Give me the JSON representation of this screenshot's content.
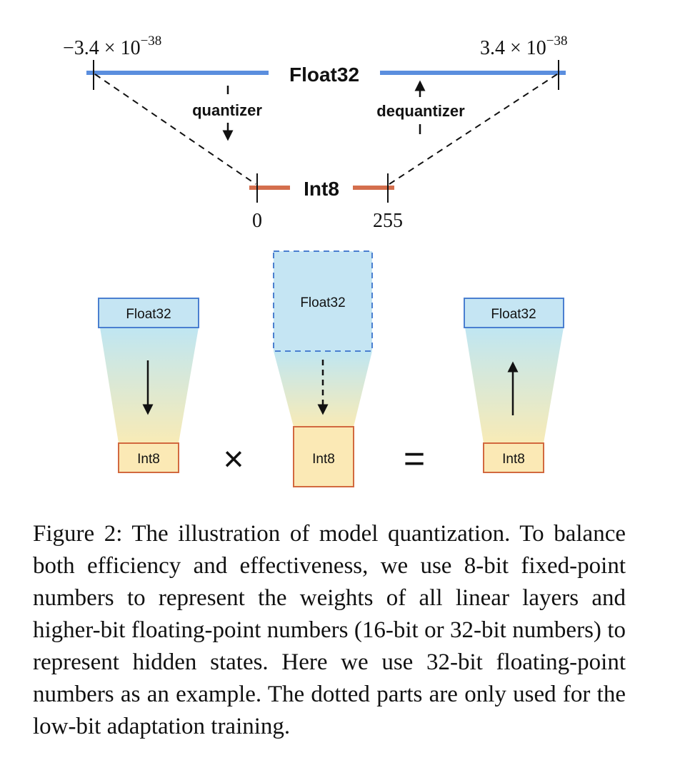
{
  "top_diagram": {
    "float_label": "Float32",
    "int_label": "Int8",
    "float_min_label": "−3.4 × 10",
    "float_min_exp": "−38",
    "float_max_label": "3.4 × 10",
    "float_max_exp": "−38",
    "int_min_label": "0",
    "int_max_label": "255",
    "quantizer_label": "quantizer",
    "dequantizer_label": "dequantizer",
    "colors": {
      "float_line": "#5b8ede",
      "int_line": "#d46f4d"
    }
  },
  "bottom_diagram": {
    "left": {
      "top_label": "Float32",
      "bottom_label": "Int8"
    },
    "middle": {
      "top_label": "Float32",
      "bottom_label": "Int8"
    },
    "right": {
      "top_label": "Float32",
      "bottom_label": "Int8"
    },
    "times_symbol": "×",
    "equals_symbol": "=",
    "colors": {
      "float_box": "#c5e5f3",
      "float_border": "#4a7fd0",
      "int_box": "#fbe9b5",
      "int_border": "#d2693f"
    }
  },
  "caption": {
    "label": "Figure 2:",
    "text": "The illustration of model quantization. To balance both efficiency and effectiveness, we use 8-bit fixed-point numbers to represent the weights of all linear layers and higher-bit floating-point numbers (16-bit or 32-bit numbers) to represent hidden states. Here we use 32-bit floating-point numbers as an example. The dotted parts are only used for the low-bit adaptation training."
  }
}
